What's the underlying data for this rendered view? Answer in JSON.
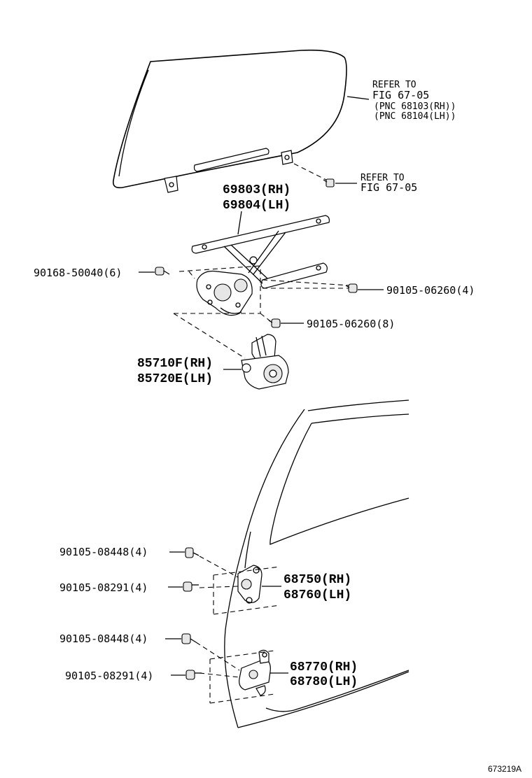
{
  "refer_glass": {
    "line1": "REFER TO",
    "line2": "FIG 67-05",
    "line3": "(PNC 68103(RH))",
    "line4": "(PNC 68104(LH))"
  },
  "refer_bolt": {
    "line1": "REFER TO",
    "line2": "FIG 67-05"
  },
  "regulator": {
    "rh": "69803(RH)",
    "lh": "69804(LH)"
  },
  "motor": {
    "rh": "85710F(RH)",
    "lh": "85720E(LH)"
  },
  "upper_hinge": {
    "rh": "68750(RH)",
    "lh": "68760(LH)"
  },
  "lower_hinge": {
    "rh": "68770(RH)",
    "lh": "68780(LH)"
  },
  "bolts": {
    "b1": "90168-50040(6)",
    "b2": "90105-06260(4)",
    "b3": "90105-06260(8)",
    "b4": "90105-08448(4)",
    "b5": "90105-08291(4)",
    "b6": "90105-08448(4)",
    "b7": "90105-08291(4)"
  },
  "figure_code": "673219A"
}
